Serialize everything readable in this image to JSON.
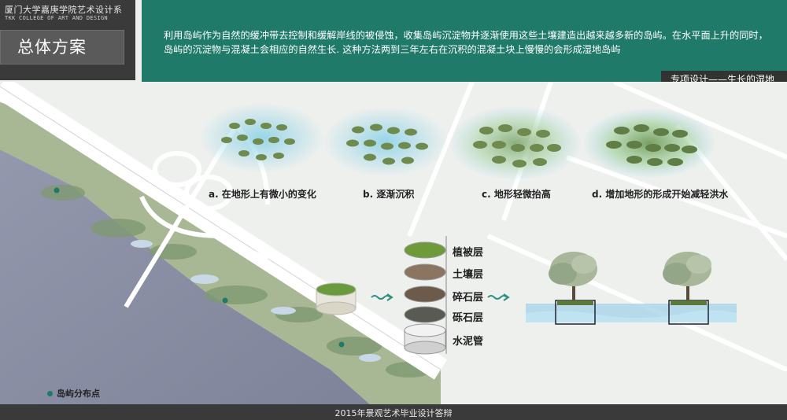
{
  "brand": {
    "cn": "厦门大学嘉庚学院艺术设计系",
    "en": "TKK COLLEGE OF ART AND DESIGN"
  },
  "title": "总体方案",
  "banner_text": "利用岛屿作为自然的缓冲带去控制和缓解岸线的被侵蚀，收集岛屿沉淀物并逐渐使用这些土壤建造出越来越多新的岛屿。在水平面上升的同时，岛屿的沉淀物与混凝土会相应的自然生长. 这种方法两到三年左右在沉积的混凝土块上慢慢的会形成湿地岛屿",
  "section_tab": "专项设计——生长的湿地",
  "stages": [
    {
      "label": "a. 在地形上有微小的变化"
    },
    {
      "label": "b. 逐渐沉积"
    },
    {
      "label": "c. 地形轻微抬高"
    },
    {
      "label": "d. 增加地形的形成开始减轻洪水"
    }
  ],
  "layers": [
    {
      "label": "植被层"
    },
    {
      "label": "土壤层"
    },
    {
      "label": "碎石层"
    },
    {
      "label": "砾石层"
    },
    {
      "label": "水泥管"
    }
  ],
  "legend": {
    "label": "岛屿分布点"
  },
  "footer": "2015年景观艺术毕业设计答辩",
  "colors": {
    "brand_dark": "#3a3a3a",
    "accent_teal": "#1f7a6a",
    "water": "#8a8ea3",
    "green_bank": "#9aad86"
  }
}
